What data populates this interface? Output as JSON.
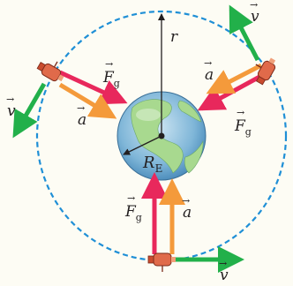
{
  "labels": {
    "r": "r",
    "radius_earth": "R",
    "radius_earth_sub": "E",
    "force": "F",
    "force_sub": "g",
    "accel": "a",
    "velocity": "v",
    "vec_arrow": "→"
  },
  "colors": {
    "background": "#fdfcf4",
    "orbit": "#1f8fd6",
    "force": "#e8285c",
    "acceleration": "#f49a3b",
    "velocity": "#22b04a",
    "satellite": "#e06a4a",
    "ocean": "#7fb6d8",
    "land": "#9fd38a"
  },
  "icons": {
    "satellite": "satellite-icon",
    "earth": "earth-globe-icon"
  }
}
